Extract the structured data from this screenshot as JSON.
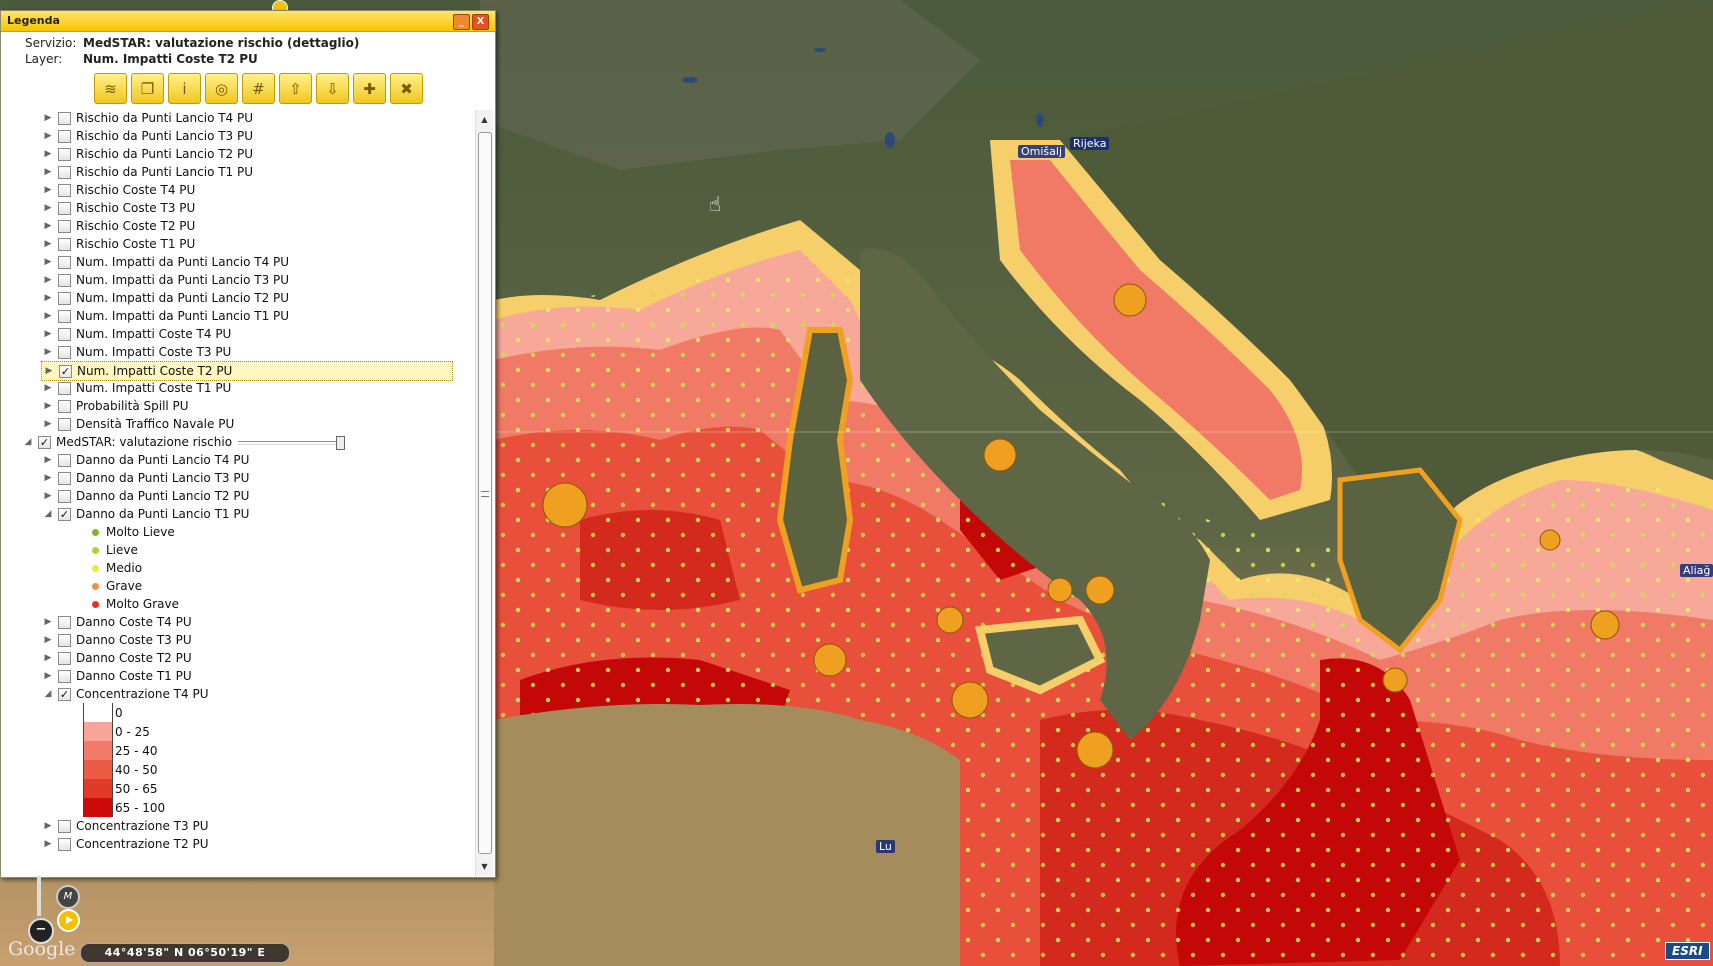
{
  "legend": {
    "title": "Legenda",
    "service_label": "Servizio:",
    "service_value": "MedSTAR: valutazione rischio (dettaglio)",
    "layer_label": "Layer:",
    "layer_value": "Num. Impatti Coste T2 PU",
    "minimize_glyph": "_",
    "close_glyph": "X",
    "toolbar": [
      {
        "icon": "layers-icon",
        "glyph": "≋"
      },
      {
        "icon": "page-edit-icon",
        "glyph": "❐"
      },
      {
        "icon": "info-icon",
        "glyph": "i"
      },
      {
        "icon": "globe-icon",
        "glyph": "◎"
      },
      {
        "icon": "grid-icon",
        "glyph": "#"
      },
      {
        "icon": "move-up-icon",
        "glyph": "⇧"
      },
      {
        "icon": "move-down-icon",
        "glyph": "⇩"
      },
      {
        "icon": "add-icon",
        "glyph": "✚"
      },
      {
        "icon": "remove-icon",
        "glyph": "✖"
      }
    ],
    "tree": [
      {
        "label": "Rischio da Punti Lancio T4 PU",
        "indent": 1,
        "checked": false,
        "expanded": false
      },
      {
        "label": "Rischio da Punti Lancio T3 PU",
        "indent": 1,
        "checked": false,
        "expanded": false
      },
      {
        "label": "Rischio da Punti Lancio T2 PU",
        "indent": 1,
        "checked": false,
        "expanded": false
      },
      {
        "label": "Rischio da Punti Lancio T1 PU",
        "indent": 1,
        "checked": false,
        "expanded": false
      },
      {
        "label": "Rischio Coste T4 PU",
        "indent": 1,
        "checked": false,
        "expanded": false
      },
      {
        "label": "Rischio Coste T3 PU",
        "indent": 1,
        "checked": false,
        "expanded": false
      },
      {
        "label": "Rischio Coste T2 PU",
        "indent": 1,
        "checked": false,
        "expanded": false
      },
      {
        "label": "Rischio Coste T1 PU",
        "indent": 1,
        "checked": false,
        "expanded": false
      },
      {
        "label": "Num. Impatti da Punti Lancio T4 PU",
        "indent": 1,
        "checked": false,
        "expanded": false
      },
      {
        "label": "Num. Impatti da Punti Lancio T3 PU",
        "indent": 1,
        "checked": false,
        "expanded": false
      },
      {
        "label": "Num. Impatti da Punti Lancio T2 PU",
        "indent": 1,
        "checked": false,
        "expanded": false
      },
      {
        "label": "Num. Impatti da Punti Lancio T1 PU",
        "indent": 1,
        "checked": false,
        "expanded": false
      },
      {
        "label": "Num. Impatti Coste T4 PU",
        "indent": 1,
        "checked": false,
        "expanded": false
      },
      {
        "label": "Num. Impatti Coste T3 PU",
        "indent": 1,
        "checked": false,
        "expanded": false
      },
      {
        "label": "Num. Impatti Coste T2 PU",
        "indent": 1,
        "checked": true,
        "expanded": false,
        "selected": true
      },
      {
        "label": "Num. Impatti Coste T1 PU",
        "indent": 1,
        "checked": false,
        "expanded": false
      },
      {
        "label": "Probabilità Spill PU",
        "indent": 1,
        "checked": false,
        "expanded": false
      },
      {
        "label": "Densità Traffico Navale PU",
        "indent": 1,
        "checked": false,
        "expanded": false
      },
      {
        "label": "MedSTAR: valutazione rischio",
        "indent": 0,
        "checked": true,
        "expanded": true,
        "slider": 1.0
      },
      {
        "label": "Danno da Punti Lancio T4 PU",
        "indent": 1,
        "checked": false,
        "expanded": false
      },
      {
        "label": "Danno da Punti Lancio T3 PU",
        "indent": 1,
        "checked": false,
        "expanded": false
      },
      {
        "label": "Danno da Punti Lancio T2 PU",
        "indent": 1,
        "checked": false,
        "expanded": false
      },
      {
        "label": "Danno da Punti Lancio T1 PU",
        "indent": 1,
        "checked": true,
        "expanded": true
      },
      {
        "label": "Molto Lieve",
        "type": "dot",
        "color": "#7ab82e"
      },
      {
        "label": "Lieve",
        "type": "dot",
        "color": "#a6d43a"
      },
      {
        "label": "Medio",
        "type": "dot",
        "color": "#e8e840"
      },
      {
        "label": "Grave",
        "type": "dot",
        "color": "#f09040"
      },
      {
        "label": "Molto Grave",
        "type": "dot",
        "color": "#e83020"
      },
      {
        "label": "Danno Coste T4 PU",
        "indent": 1,
        "checked": false,
        "expanded": false
      },
      {
        "label": "Danno Coste T3 PU",
        "indent": 1,
        "checked": false,
        "expanded": false
      },
      {
        "label": "Danno Coste T2 PU",
        "indent": 1,
        "checked": false,
        "expanded": false
      },
      {
        "label": "Danno Coste T1 PU",
        "indent": 1,
        "checked": false,
        "expanded": false
      },
      {
        "label": "Concentrazione T4 PU",
        "indent": 1,
        "checked": true,
        "expanded": true
      },
      {
        "label": "0",
        "type": "swatch",
        "color": "#ffffff"
      },
      {
        "label": "0 - 25",
        "type": "swatch",
        "color": "#f9a49a"
      },
      {
        "label": "25 - 40",
        "type": "swatch",
        "color": "#f27a68"
      },
      {
        "label": "40 - 50",
        "type": "swatch",
        "color": "#eb5a45"
      },
      {
        "label": "50 - 65",
        "type": "swatch",
        "color": "#e03a2a"
      },
      {
        "label": "65 - 100",
        "type": "swatch",
        "color": "#cc0a0a"
      },
      {
        "label": "Concentrazione T3 PU",
        "indent": 1,
        "checked": false,
        "expanded": false
      },
      {
        "label": "Concentrazione T2 PU",
        "indent": 1,
        "checked": false,
        "expanded": false
      }
    ]
  },
  "map": {
    "places": [
      "Omišalj",
      "Rijeka",
      "Aliağ",
      "Lu"
    ],
    "coords": "44°48'58\" N   06°50'19\" E",
    "google_text": "Google",
    "esri_text": "ESRI",
    "m_glyph": "M",
    "zoom_out_glyph": "−"
  },
  "colors": {
    "coast_band": "#f7cf6a",
    "orange": "#f0a020",
    "light_pink": "#f7a898",
    "salmon": "#f07a66",
    "red": "#e8503c",
    "deep_red": "#d42a1e",
    "darkest_red": "#c40808"
  }
}
